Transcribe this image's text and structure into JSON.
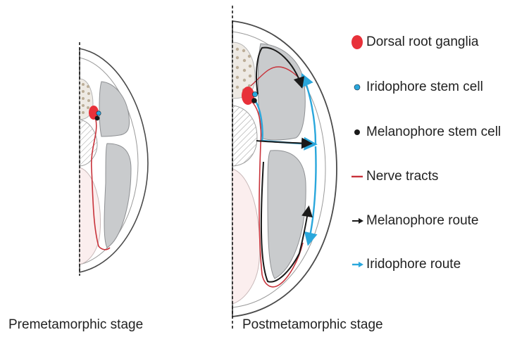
{
  "legend": {
    "drg": "Dorsal root ganglia",
    "iridophore_stem": "Iridophore stem cell",
    "melanophore_stem": "Melanophore stem cell",
    "nerve": "Nerve tracts",
    "melanophore_route": "Melanophore route",
    "iridophore_route": "Iridophore route"
  },
  "captions": {
    "left": "Premetamorphic stage",
    "right": "Postmetamorphic stage"
  },
  "colors": {
    "drg_red": "#e8313a",
    "iridophore_blue": "#2aa7dc",
    "melanophore_black": "#1a1a1a",
    "nerve_red": "#c8323a",
    "muscle_gray": "#c9cbcd",
    "notochord_pink": "#fbeeee",
    "outline": "#4a4a4a"
  }
}
